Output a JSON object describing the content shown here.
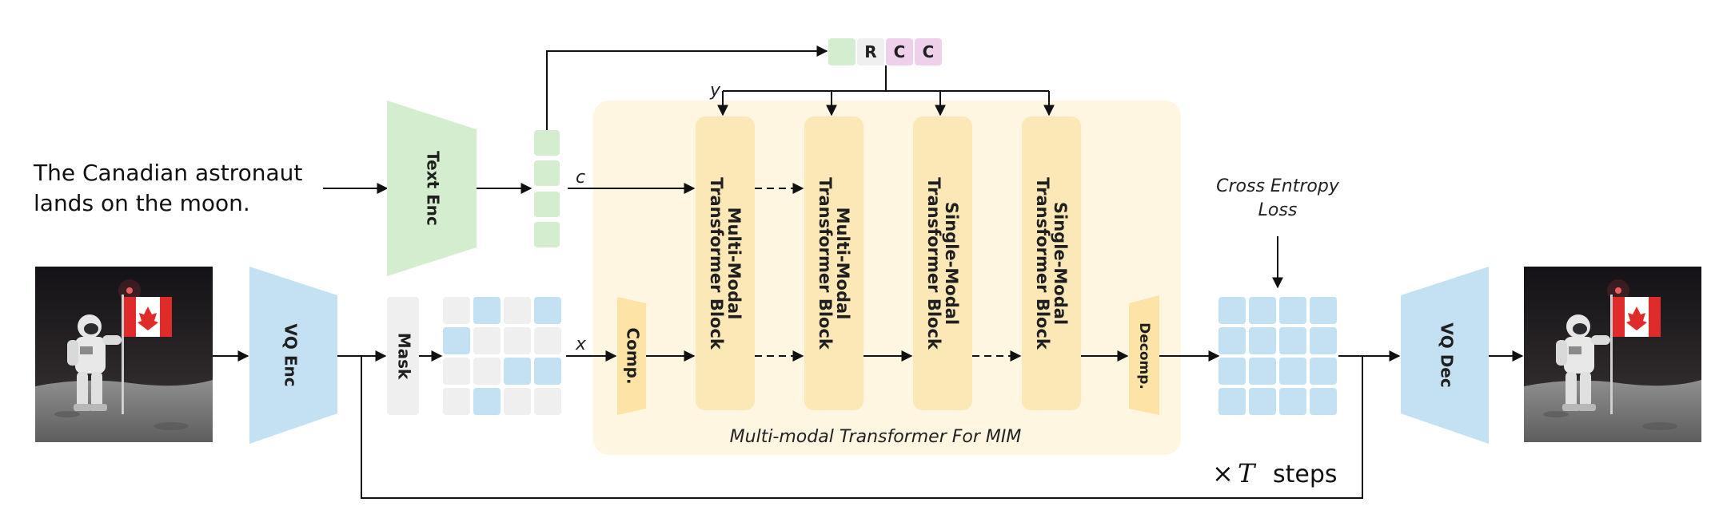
{
  "input_prompt": [
    "The Canadian astronaut",
    "lands on the moon."
  ],
  "text_encoder": "Text Enc",
  "vq_encoder": "VQ Enc",
  "vq_decoder": "VQ Dec",
  "mask": "Mask",
  "compress": "Comp.",
  "decompress": "Decomp.",
  "var_c": "c",
  "var_x": "x",
  "var_y": "y",
  "token_labels": [
    "",
    "R",
    "C",
    "C"
  ],
  "blocks": [
    {
      "line1": "Multi-Modal",
      "line2": "Transformer Block"
    },
    {
      "line1": "Multi-Modal",
      "line2": "Transformer Block"
    },
    {
      "line1": "Single-Modal",
      "line2": "Transformer Block"
    },
    {
      "line1": "Single-Modal",
      "line2": "Transformer Block"
    }
  ],
  "transformer_caption": "Multi-modal Transformer For MIM",
  "loss": [
    "Cross Entropy",
    "Loss"
  ],
  "steps_times": "×",
  "steps_symbol": "T",
  "steps_word": "steps",
  "colors": {
    "green": "#d5edcf",
    "blue": "#c3e1f3",
    "cream": "#fef6e1",
    "block": "#fce8b6",
    "comp": "#fde3a6",
    "pink": "#efd0ea",
    "gray": "#efefef"
  }
}
